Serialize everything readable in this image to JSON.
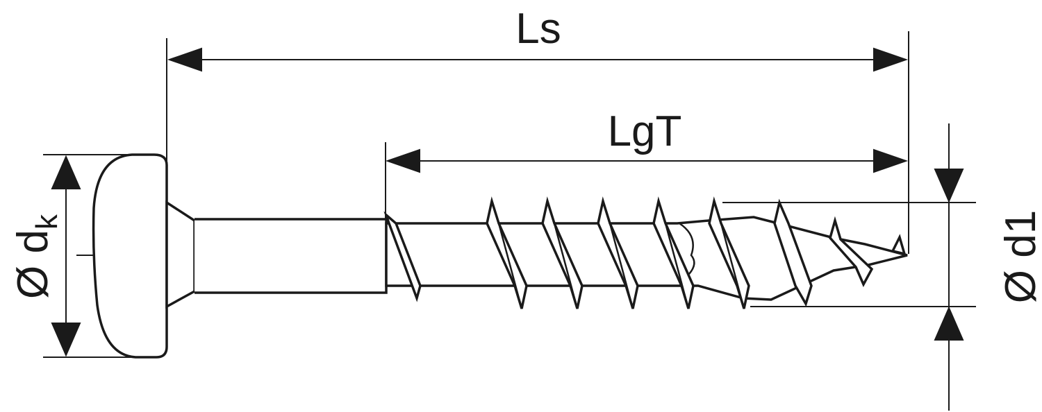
{
  "labels": {
    "overall_length": "Ls",
    "thread_length": "LgT",
    "head_diameter_prefix": "Ø d",
    "head_diameter_sub": "k",
    "thread_diameter": "Ø d1"
  },
  "colors": {
    "line": "#1a1a1a",
    "background": "#ffffff"
  },
  "thread_turns": 6
}
